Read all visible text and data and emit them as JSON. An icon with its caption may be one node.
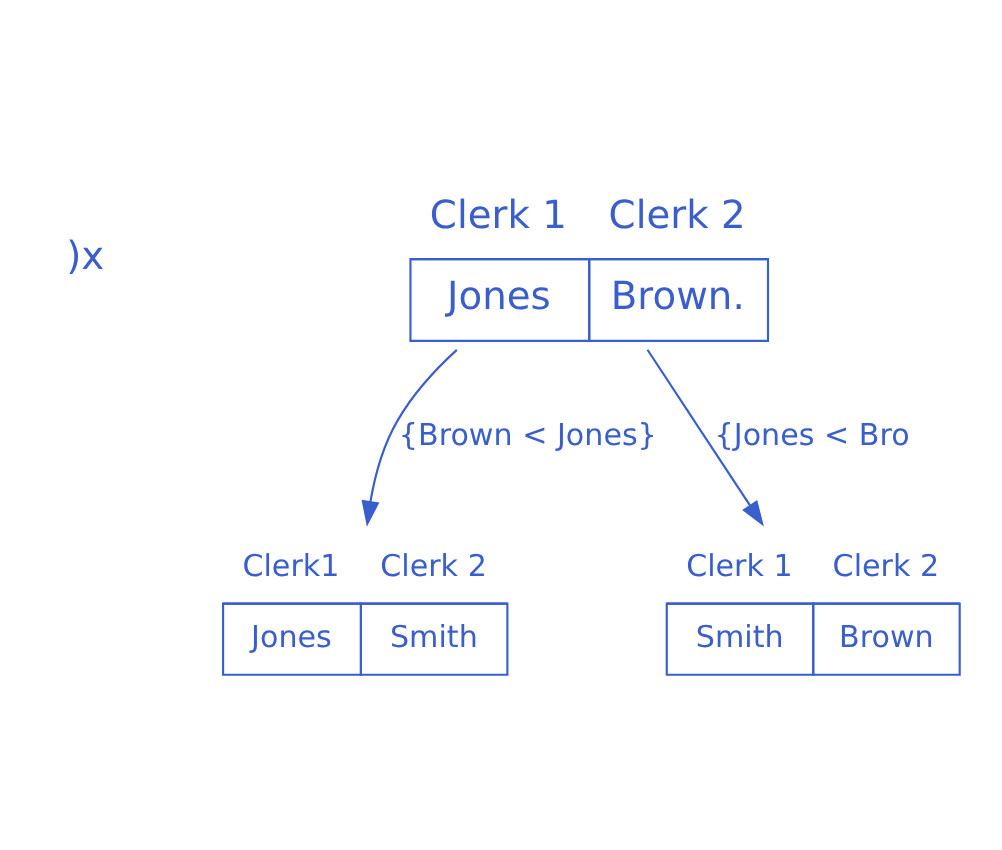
{
  "diagram": {
    "nodes": [
      {
        "text": [
          "Clerk 1",
          "Clerk 2",
          "Jones",
          "Brown."
        ]
      },
      {
        "text": [
          "Clerk1",
          "Clerk 2",
          "Jones",
          "Smith"
        ]
      },
      {
        "text": [
          "Clerk 1",
          "Clerk 2",
          "Smith",
          "Brown"
        ]
      }
    ],
    "edges": [
      {
        "from": 0,
        "to": 1,
        "arrow": "to",
        "label": "{Brown < Jones}"
      },
      {
        "from": 0,
        "to": 2,
        "arrow": "to",
        "label": "{Jones < Bro"
      }
    ],
    "labels": [
      ")x"
    ]
  }
}
